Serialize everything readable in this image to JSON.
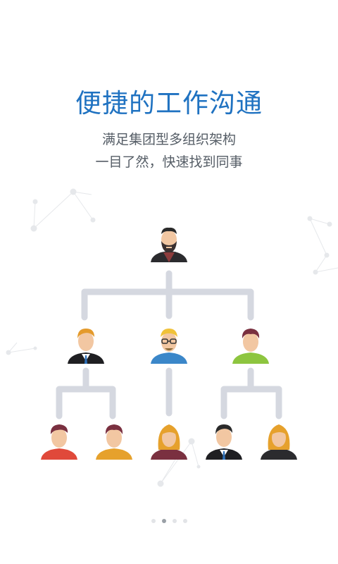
{
  "intro": {
    "title": "便捷的工作沟通",
    "subtitle_line1": "满足集团型多组织架构",
    "subtitle_line2": "一目了然，快速找到同事"
  },
  "colors": {
    "title": "#1f72c1",
    "connector": "#d5d8e0",
    "dot_active": "#9aa0a6",
    "dot_inactive": "#e2e4e7"
  },
  "org_chart": {
    "levels": [
      [
        {
          "icon": "ceo-avatar-icon"
        }
      ],
      [
        {
          "icon": "manager-avatar-icon"
        },
        {
          "icon": "glasses-avatar-icon"
        },
        {
          "icon": "green-shirt-avatar-icon"
        }
      ],
      [
        {
          "icon": "red-shirt-avatar-icon"
        },
        {
          "icon": "orange-shirt-avatar-icon"
        },
        {
          "icon": "woman-avatar-icon"
        },
        {
          "icon": "suit-avatar-icon"
        },
        {
          "icon": "woman-dark-avatar-icon"
        }
      ]
    ]
  },
  "pager": {
    "total": 4,
    "active_index": 1
  }
}
